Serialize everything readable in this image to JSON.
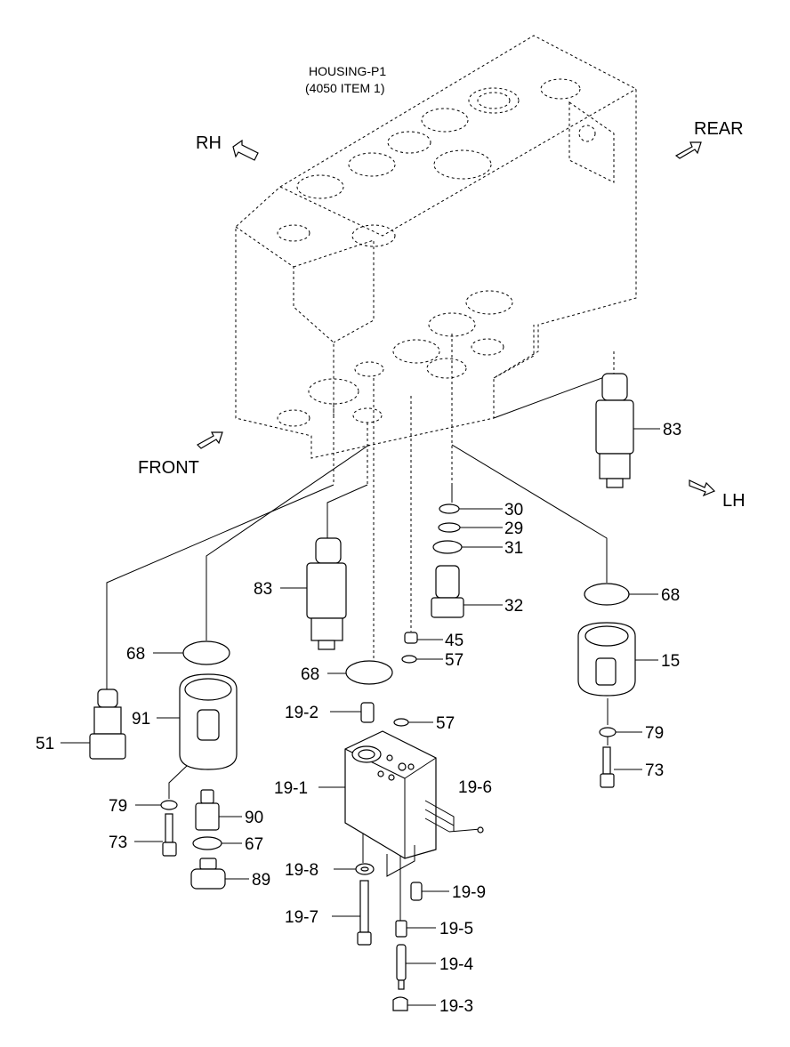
{
  "housing": {
    "line1": "HOUSING-P1",
    "line2": "(4050 ITEM 1)"
  },
  "directions": {
    "rh": "RH",
    "rear": "REAR",
    "front": "FRONT",
    "lh": "LH"
  },
  "parts": {
    "p83_right": "83",
    "p30": "30",
    "p29": "29",
    "p31": "31",
    "p32": "32",
    "p68_right": "68",
    "p15": "15",
    "p79_right": "79",
    "p73_right": "73",
    "p83_left": "83",
    "p45": "45",
    "p57_a": "57",
    "p68_left": "68",
    "p68_mid": "68",
    "p91": "91",
    "p51": "51",
    "p19_2": "19-2",
    "p57_b": "57",
    "p19_1": "19-1",
    "p19_6": "19-6",
    "p79_left": "79",
    "p90": "90",
    "p73_left": "73",
    "p67": "67",
    "p89": "89",
    "p19_8": "19-8",
    "p19_9": "19-9",
    "p19_7": "19-7",
    "p19_5": "19-5",
    "p19_4": "19-4",
    "p19_3": "19-3"
  }
}
